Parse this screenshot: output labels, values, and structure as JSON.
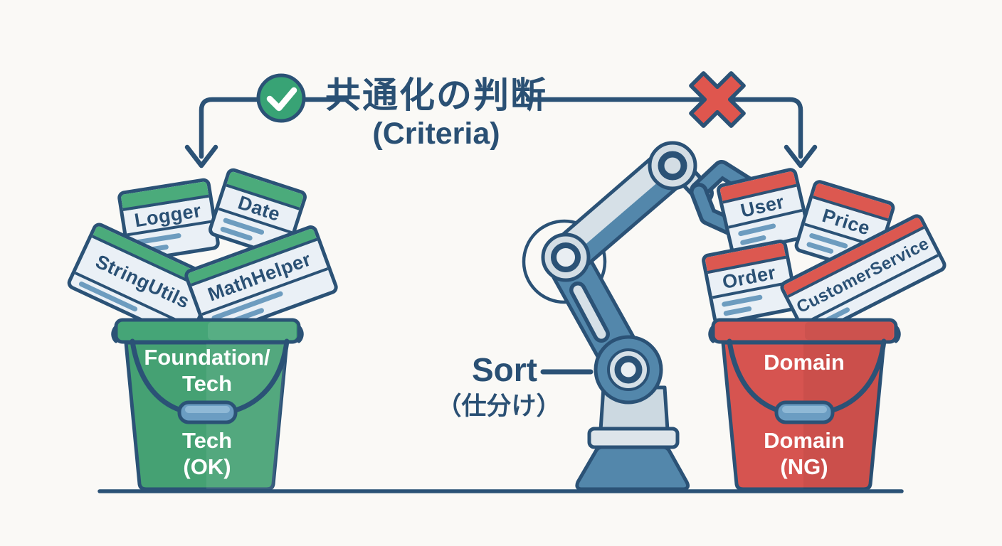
{
  "title": {
    "main": "共通化の判断",
    "sub": "(Criteria)"
  },
  "sort": {
    "en": "Sort",
    "ja": "（仕分け）"
  },
  "buckets": {
    "left": {
      "top1": "Foundation/",
      "top2": "Tech",
      "bottom1": "Tech",
      "bottom2": "(OK)"
    },
    "right": {
      "top1": "Domain",
      "bottom1": "Domain",
      "bottom2": "(NG)"
    }
  },
  "cards": {
    "left": [
      {
        "label": "Logger"
      },
      {
        "label": "Date"
      },
      {
        "label": "StringUtils"
      },
      {
        "label": "MathHelper"
      }
    ],
    "right": [
      {
        "label": "User"
      },
      {
        "label": "Price"
      },
      {
        "label": "Order"
      },
      {
        "label": "CustomerService"
      }
    ]
  },
  "icons": {
    "ok": "check-icon",
    "ng": "x-icon",
    "sorter": "robot-arm"
  },
  "colors": {
    "navy": "#2b5276",
    "green_bucket": "#45a476",
    "red_bucket": "#d65450",
    "green_card_header": "#4bab7b",
    "red_card_header": "#dc5850",
    "check_green": "#38a375",
    "x_red": "#df564e",
    "card_line_blue": "#6d9cbf",
    "background": "#faf9f6"
  }
}
